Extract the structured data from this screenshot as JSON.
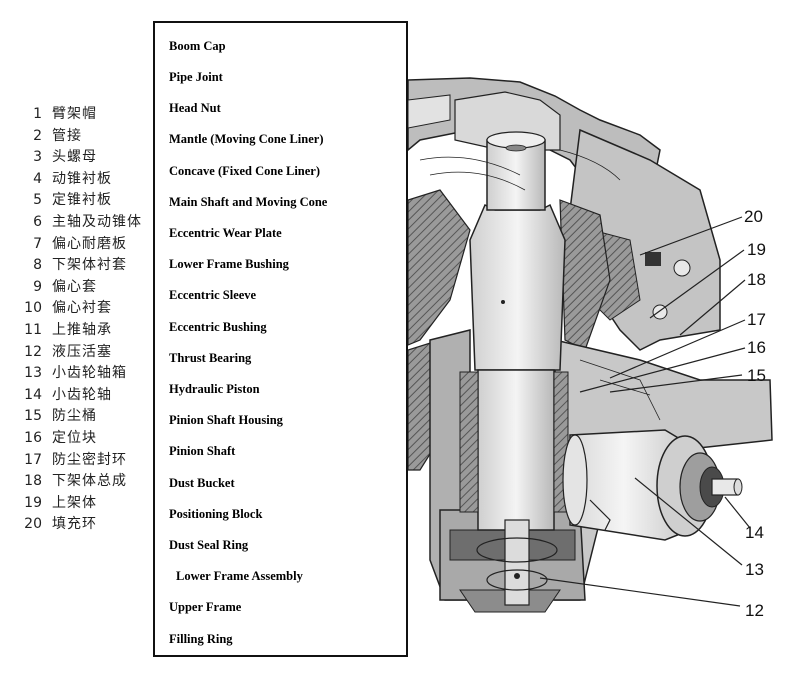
{
  "cn_parts": [
    {
      "num": "1",
      "name": "臂架帽"
    },
    {
      "num": "2",
      "name": "管接"
    },
    {
      "num": "3",
      "name": "头螺母"
    },
    {
      "num": "4",
      "name": "动锥衬板"
    },
    {
      "num": "5",
      "name": "定锥衬板"
    },
    {
      "num": "6",
      "name": "主轴及动锥体"
    },
    {
      "num": "7",
      "name": "偏心耐磨板"
    },
    {
      "num": "8",
      "name": "下架体衬套"
    },
    {
      "num": "9",
      "name": "偏心套"
    },
    {
      "num": "10",
      "name": "偏心衬套"
    },
    {
      "num": "11",
      "name": "上推轴承"
    },
    {
      "num": "12",
      "name": "液压活塞"
    },
    {
      "num": "13",
      "name": "小齿轮轴箱"
    },
    {
      "num": "14",
      "name": "小齿轮轴"
    },
    {
      "num": "15",
      "name": "防尘桶"
    },
    {
      "num": "16",
      "name": "定位块"
    },
    {
      "num": "17",
      "name": "防尘密封环"
    },
    {
      "num": "18",
      "name": "下架体总成"
    },
    {
      "num": "19",
      "name": "上架体"
    },
    {
      "num": "20",
      "name": "填充环"
    }
  ],
  "en_parts": [
    "Boom Cap",
    "Pipe Joint",
    "Head Nut",
    "Mantle (Moving Cone Liner)",
    "Concave (Fixed Cone Liner)",
    "Main Shaft and Moving Cone",
    "Eccentric Wear Plate",
    "Lower Frame Bushing",
    "Eccentric Sleeve",
    "Eccentric Bushing",
    "Thrust Bearing",
    "Hydraulic Piston",
    "Pinion Shaft Housing",
    "Pinion Shaft",
    "Dust Bucket",
    "Positioning Block",
    "Dust Seal Ring",
    "Lower Frame Assembly",
    "Upper Frame",
    "Filling Ring"
  ],
  "callouts": [
    "20",
    "19",
    "18",
    "17",
    "16",
    "15",
    "14",
    "13",
    "12"
  ]
}
